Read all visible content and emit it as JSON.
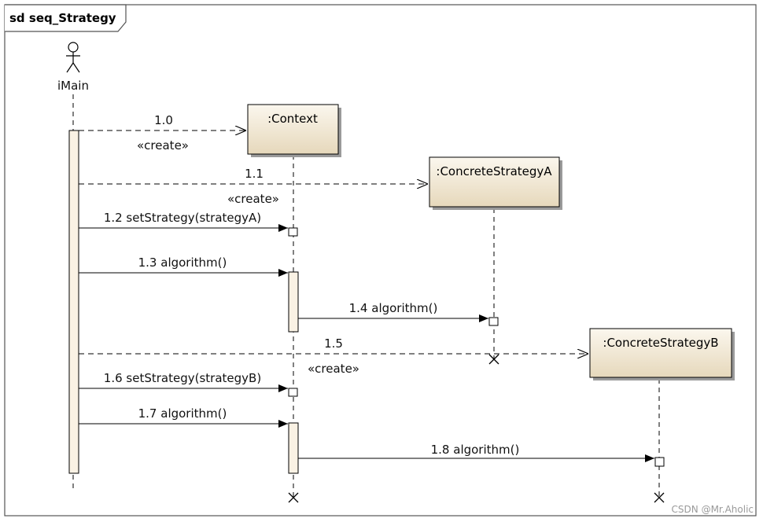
{
  "diagram": {
    "frame_title": "sd seq_Strategy",
    "actor": {
      "name": "iMain"
    },
    "lifelines": {
      "context": ":Context",
      "strategy_a": ":ConcreteStrategyA",
      "strategy_b": ":ConcreteStrategyB"
    },
    "messages": [
      {
        "id": "m10",
        "label": "1.0",
        "stereotype": "«create»",
        "kind": "create"
      },
      {
        "id": "m11",
        "label": "1.1",
        "stereotype": "«create»",
        "kind": "create"
      },
      {
        "id": "m12",
        "label": "1.2 setStrategy(strategyA)",
        "kind": "sync"
      },
      {
        "id": "m13",
        "label": "1.3 algorithm()",
        "kind": "sync"
      },
      {
        "id": "m14",
        "label": "1.4 algorithm()",
        "kind": "sync"
      },
      {
        "id": "m15",
        "label": "1.5",
        "stereotype": "«create»",
        "kind": "create"
      },
      {
        "id": "m16",
        "label": "1.6 setStrategy(strategyB)",
        "kind": "sync"
      },
      {
        "id": "m17",
        "label": "1.7 algorithm()",
        "kind": "sync"
      },
      {
        "id": "m18",
        "label": "1.8 algorithm()",
        "kind": "sync"
      }
    ],
    "colors": {
      "box_fill_top": "#fbf7ee",
      "box_fill_bottom": "#e6d8bb",
      "activation_fill": "#faf2e4",
      "line": "#000000"
    }
  },
  "watermark": "CSDN @Mr.Aholic"
}
